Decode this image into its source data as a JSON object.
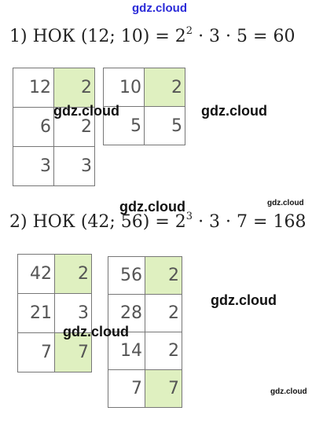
{
  "watermarks": {
    "top": "gdz.cloud",
    "t1": "gdz.cloud",
    "r1": "gdz.cloud",
    "m1": "gdz.cloud",
    "s1": "gdz.cloud",
    "r2": "gdz.cloud",
    "t2": "gdz.cloud",
    "s2": "gdz.cloud"
  },
  "problems": [
    {
      "prefix": "1) НОК (12; 10) = 2",
      "power": "2",
      "rest": " · 3 · 5 = 60",
      "tables": [
        {
          "rows": [
            [
              "12",
              "2"
            ],
            [
              "6",
              "2"
            ],
            [
              "3",
              "3"
            ]
          ],
          "highlight": [
            [
              0,
              1
            ]
          ]
        },
        {
          "rows": [
            [
              "10",
              "2"
            ],
            [
              "5",
              "5"
            ]
          ],
          "highlight": [
            [
              0,
              1
            ]
          ]
        }
      ]
    },
    {
      "prefix": "2) НОК (42; 56) = 2",
      "power": "3",
      "rest": " · 3 · 7 = 168",
      "tables": [
        {
          "rows": [
            [
              "42",
              "2"
            ],
            [
              "21",
              "3"
            ],
            [
              "7",
              "7"
            ]
          ],
          "highlight": [
            [
              0,
              1
            ],
            [
              2,
              1
            ]
          ]
        },
        {
          "rows": [
            [
              "56",
              "2"
            ],
            [
              "28",
              "2"
            ],
            [
              "14",
              "2"
            ],
            [
              "7",
              "7"
            ]
          ],
          "highlight": [
            [
              0,
              1
            ],
            [
              3,
              1
            ]
          ]
        }
      ]
    }
  ]
}
